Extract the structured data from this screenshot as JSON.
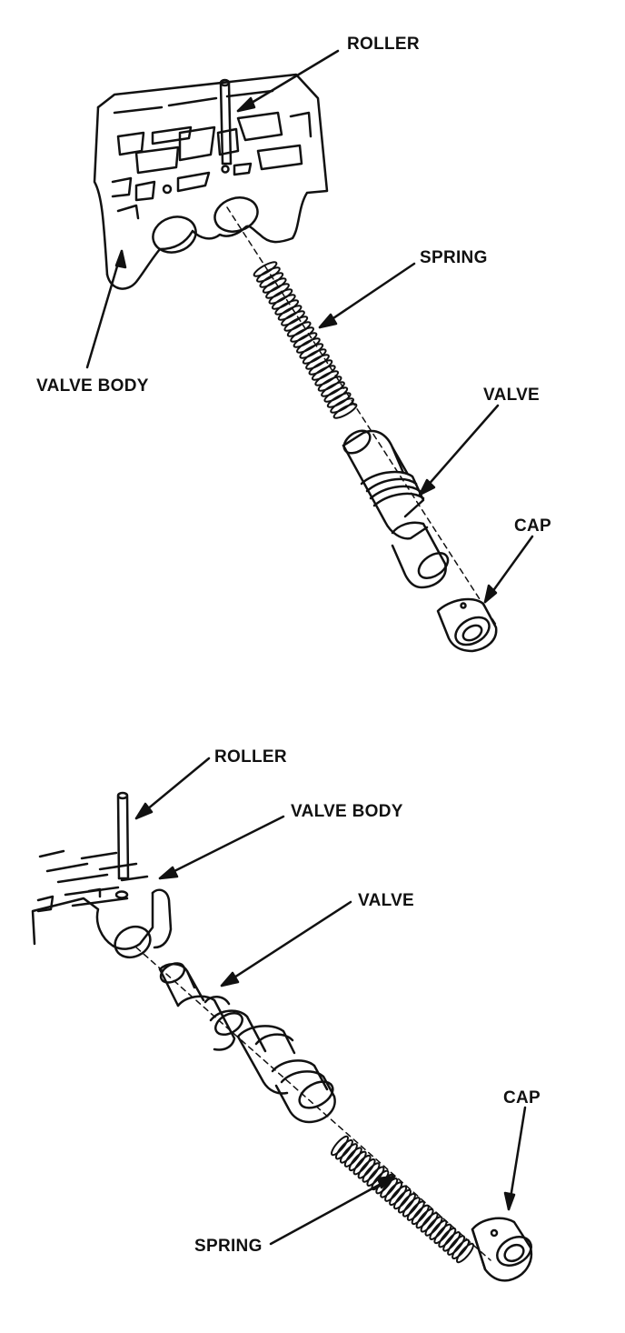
{
  "top_diagram": {
    "labels": {
      "roller": "ROLLER",
      "spring": "SPRING",
      "valve_body": "VALVE BODY",
      "valve": "VALVE",
      "cap": "CAP"
    }
  },
  "bottom_diagram": {
    "labels": {
      "roller": "ROLLER",
      "valve_body": "VALVE BODY",
      "valve": "VALVE",
      "cap": "CAP",
      "spring": "SPRING"
    }
  },
  "colors": {
    "ink": "#111111",
    "background": "#ffffff"
  }
}
